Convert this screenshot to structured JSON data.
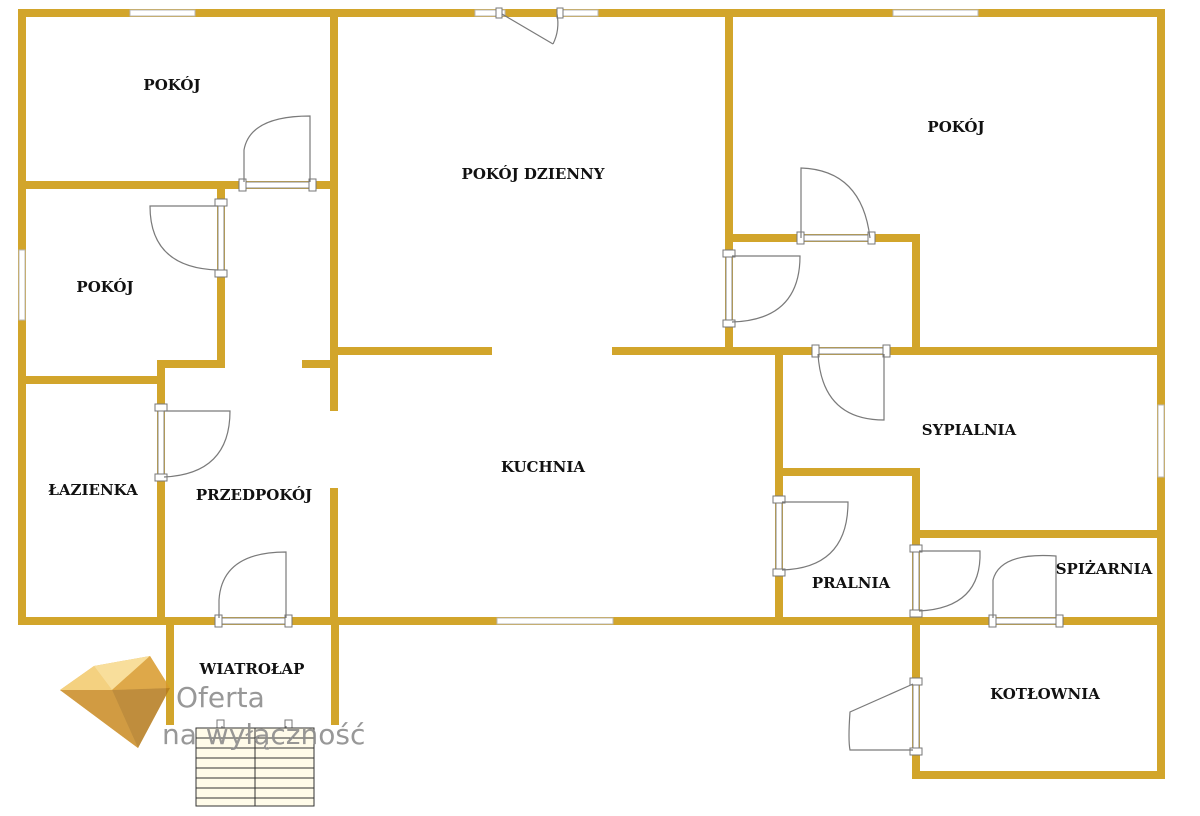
{
  "rooms": [
    {
      "id": "pokoj-1",
      "label": "POKÓJ"
    },
    {
      "id": "pokoj-dzienny",
      "label": "POKÓJ DZIENNY"
    },
    {
      "id": "pokoj-2",
      "label": "POKÓJ"
    },
    {
      "id": "pokoj-3",
      "label": "POKÓJ"
    },
    {
      "id": "lazienka",
      "label": "ŁAZIENKA"
    },
    {
      "id": "przedpokoj",
      "label": "PRZEDPOKÓJ"
    },
    {
      "id": "kuchnia",
      "label": "KUCHNIA"
    },
    {
      "id": "sypialnia",
      "label": "SYPIALNIA"
    },
    {
      "id": "pralnia",
      "label": "PRALNIA"
    },
    {
      "id": "spizarnia",
      "label": "SPIŻARNIA"
    },
    {
      "id": "wiatrolap",
      "label": "WIATROŁAP"
    },
    {
      "id": "kotlownia",
      "label": "KOTŁOWNIA"
    }
  ],
  "watermark": {
    "line1": "Oferta",
    "line2": "na wyłączność"
  },
  "colors": {
    "wall": "#d2a52b",
    "logo_gold": "#e0a93a"
  }
}
